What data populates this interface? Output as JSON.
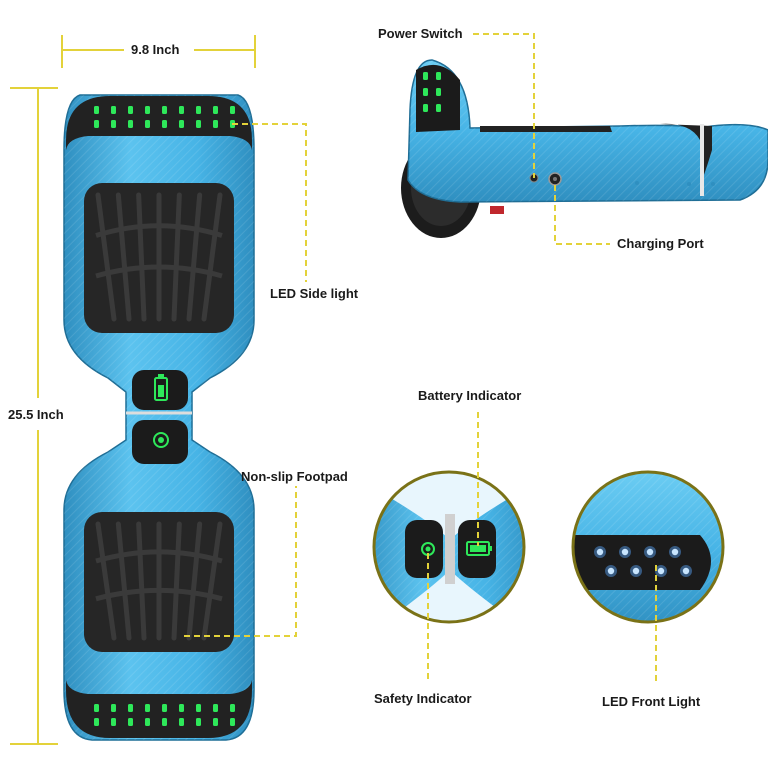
{
  "dimensions": {
    "width_label": "9.8 Inch",
    "length_label": "25.5 Inch"
  },
  "callouts": {
    "power_switch": "Power Switch",
    "charging_port": "Charging Port",
    "led_side_light": "LED Side light",
    "non_slip_footpad": "Non-slip Footpad",
    "battery_indicator": "Battery Indicator",
    "safety_indicator": "Safety Indicator",
    "led_front_light": "LED Front Light"
  },
  "colors": {
    "body_blue": "#47b4e6",
    "body_blue_dark": "#2f8fc0",
    "pad_dark": "#262626",
    "led_green": "#2ee85a",
    "led_blue": "#c9e6ff",
    "callout_yellow": "#e3d23a",
    "lens_border": "#7a7217"
  }
}
